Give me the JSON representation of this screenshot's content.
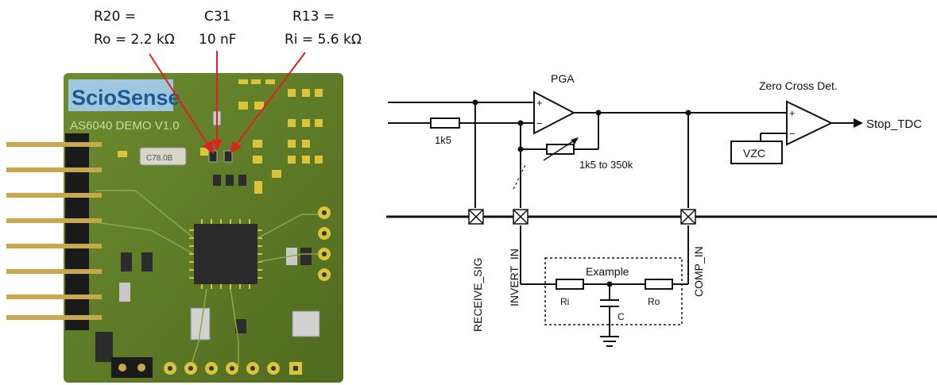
{
  "annotations": {
    "r20_line1": "R20 =",
    "r20_line2": "Ro = 2.2 kΩ",
    "c31_line1": "C31",
    "c31_line2": "10 nF",
    "r13_line1": "R13 =",
    "r13_line2": "Ri = 5.6 kΩ"
  },
  "board": {
    "logo": "ScioSense",
    "model": "AS6040 DEMO V1.0",
    "crystal": "C78.0B",
    "colors": {
      "pcb": "#5f7d28",
      "pad": "#d9c43a",
      "logo_bg": "#9fc8e0",
      "logo_text": "#1b5a92"
    }
  },
  "schematic": {
    "pga": "PGA",
    "zero_cross": "Zero Cross Det.",
    "stop": "Stop_TDC",
    "r_input": "1k5",
    "r_feedback": "1k5 to 350k",
    "vzc": "VZC",
    "receive_sig": "RECEIVE_SIG",
    "invert_in": "INVERT_IN",
    "comp_in": "COMP_IN",
    "example": "Example",
    "ri": "Ri",
    "ro": "Ro",
    "c": "C",
    "plus": "+",
    "minus": "−"
  }
}
